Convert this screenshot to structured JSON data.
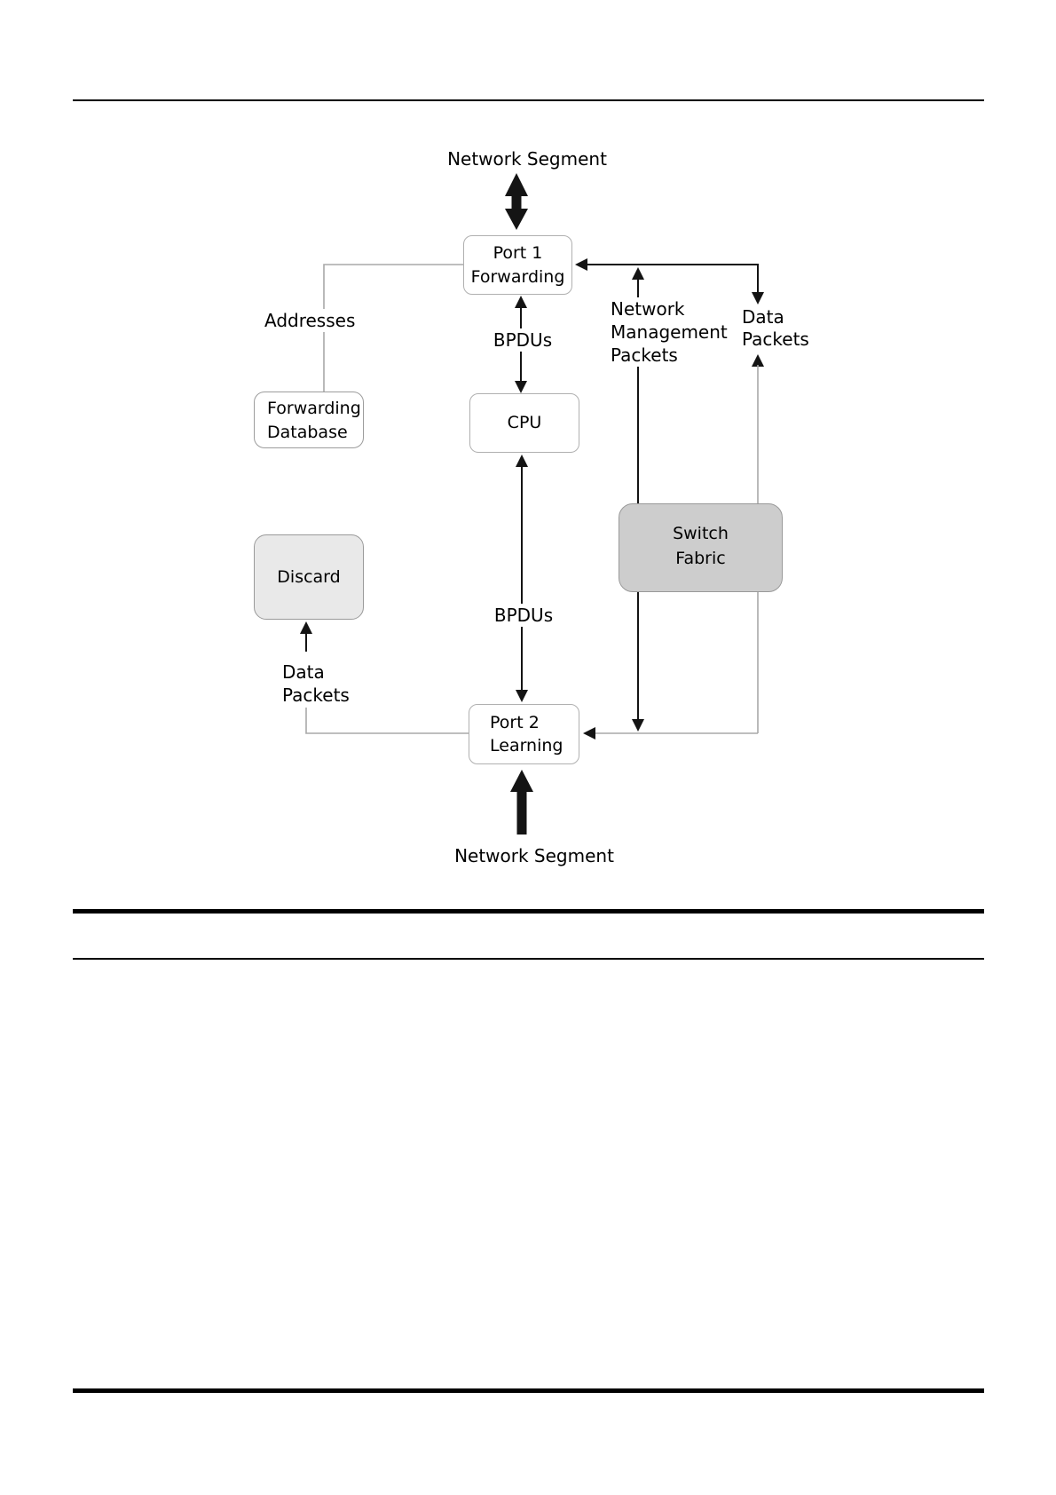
{
  "diagram": {
    "top_segment_label": "Network Segment",
    "bottom_segment_label": "Network Segment",
    "boxes": {
      "port1": {
        "line1": "Port 1",
        "line2": "Forwarding"
      },
      "forwarding_database": {
        "line1": "Forwarding",
        "line2": "Database"
      },
      "cpu": {
        "label": "CPU"
      },
      "switch_fabric": {
        "line1": "Switch",
        "line2": "Fabric"
      },
      "discard": {
        "label": "Discard"
      },
      "port2": {
        "line1": "Port 2",
        "line2": "Learning"
      }
    },
    "labels": {
      "addresses": "Addresses",
      "bpdus_top": "BPDUs",
      "bpdus_bottom": "BPDUs",
      "network_management_packets": [
        "Network",
        "Management",
        "Packets"
      ],
      "data_packets_right": [
        "Data",
        "Packets"
      ],
      "data_packets_left": [
        "Data",
        "Packets"
      ]
    },
    "colors": {
      "page_bg": "#ffffff",
      "text": "#000000",
      "rule": "#000000",
      "line_black": "#141414",
      "line_gray": "#a8a8a8",
      "box_border": "#b0b0b0",
      "db_border": "#9c9c9c",
      "sf_fill": "#cdcdcd",
      "sf_border": "#999999",
      "discard_fill": "#e9e9e9",
      "discard_border": "#9a9a9a"
    }
  }
}
